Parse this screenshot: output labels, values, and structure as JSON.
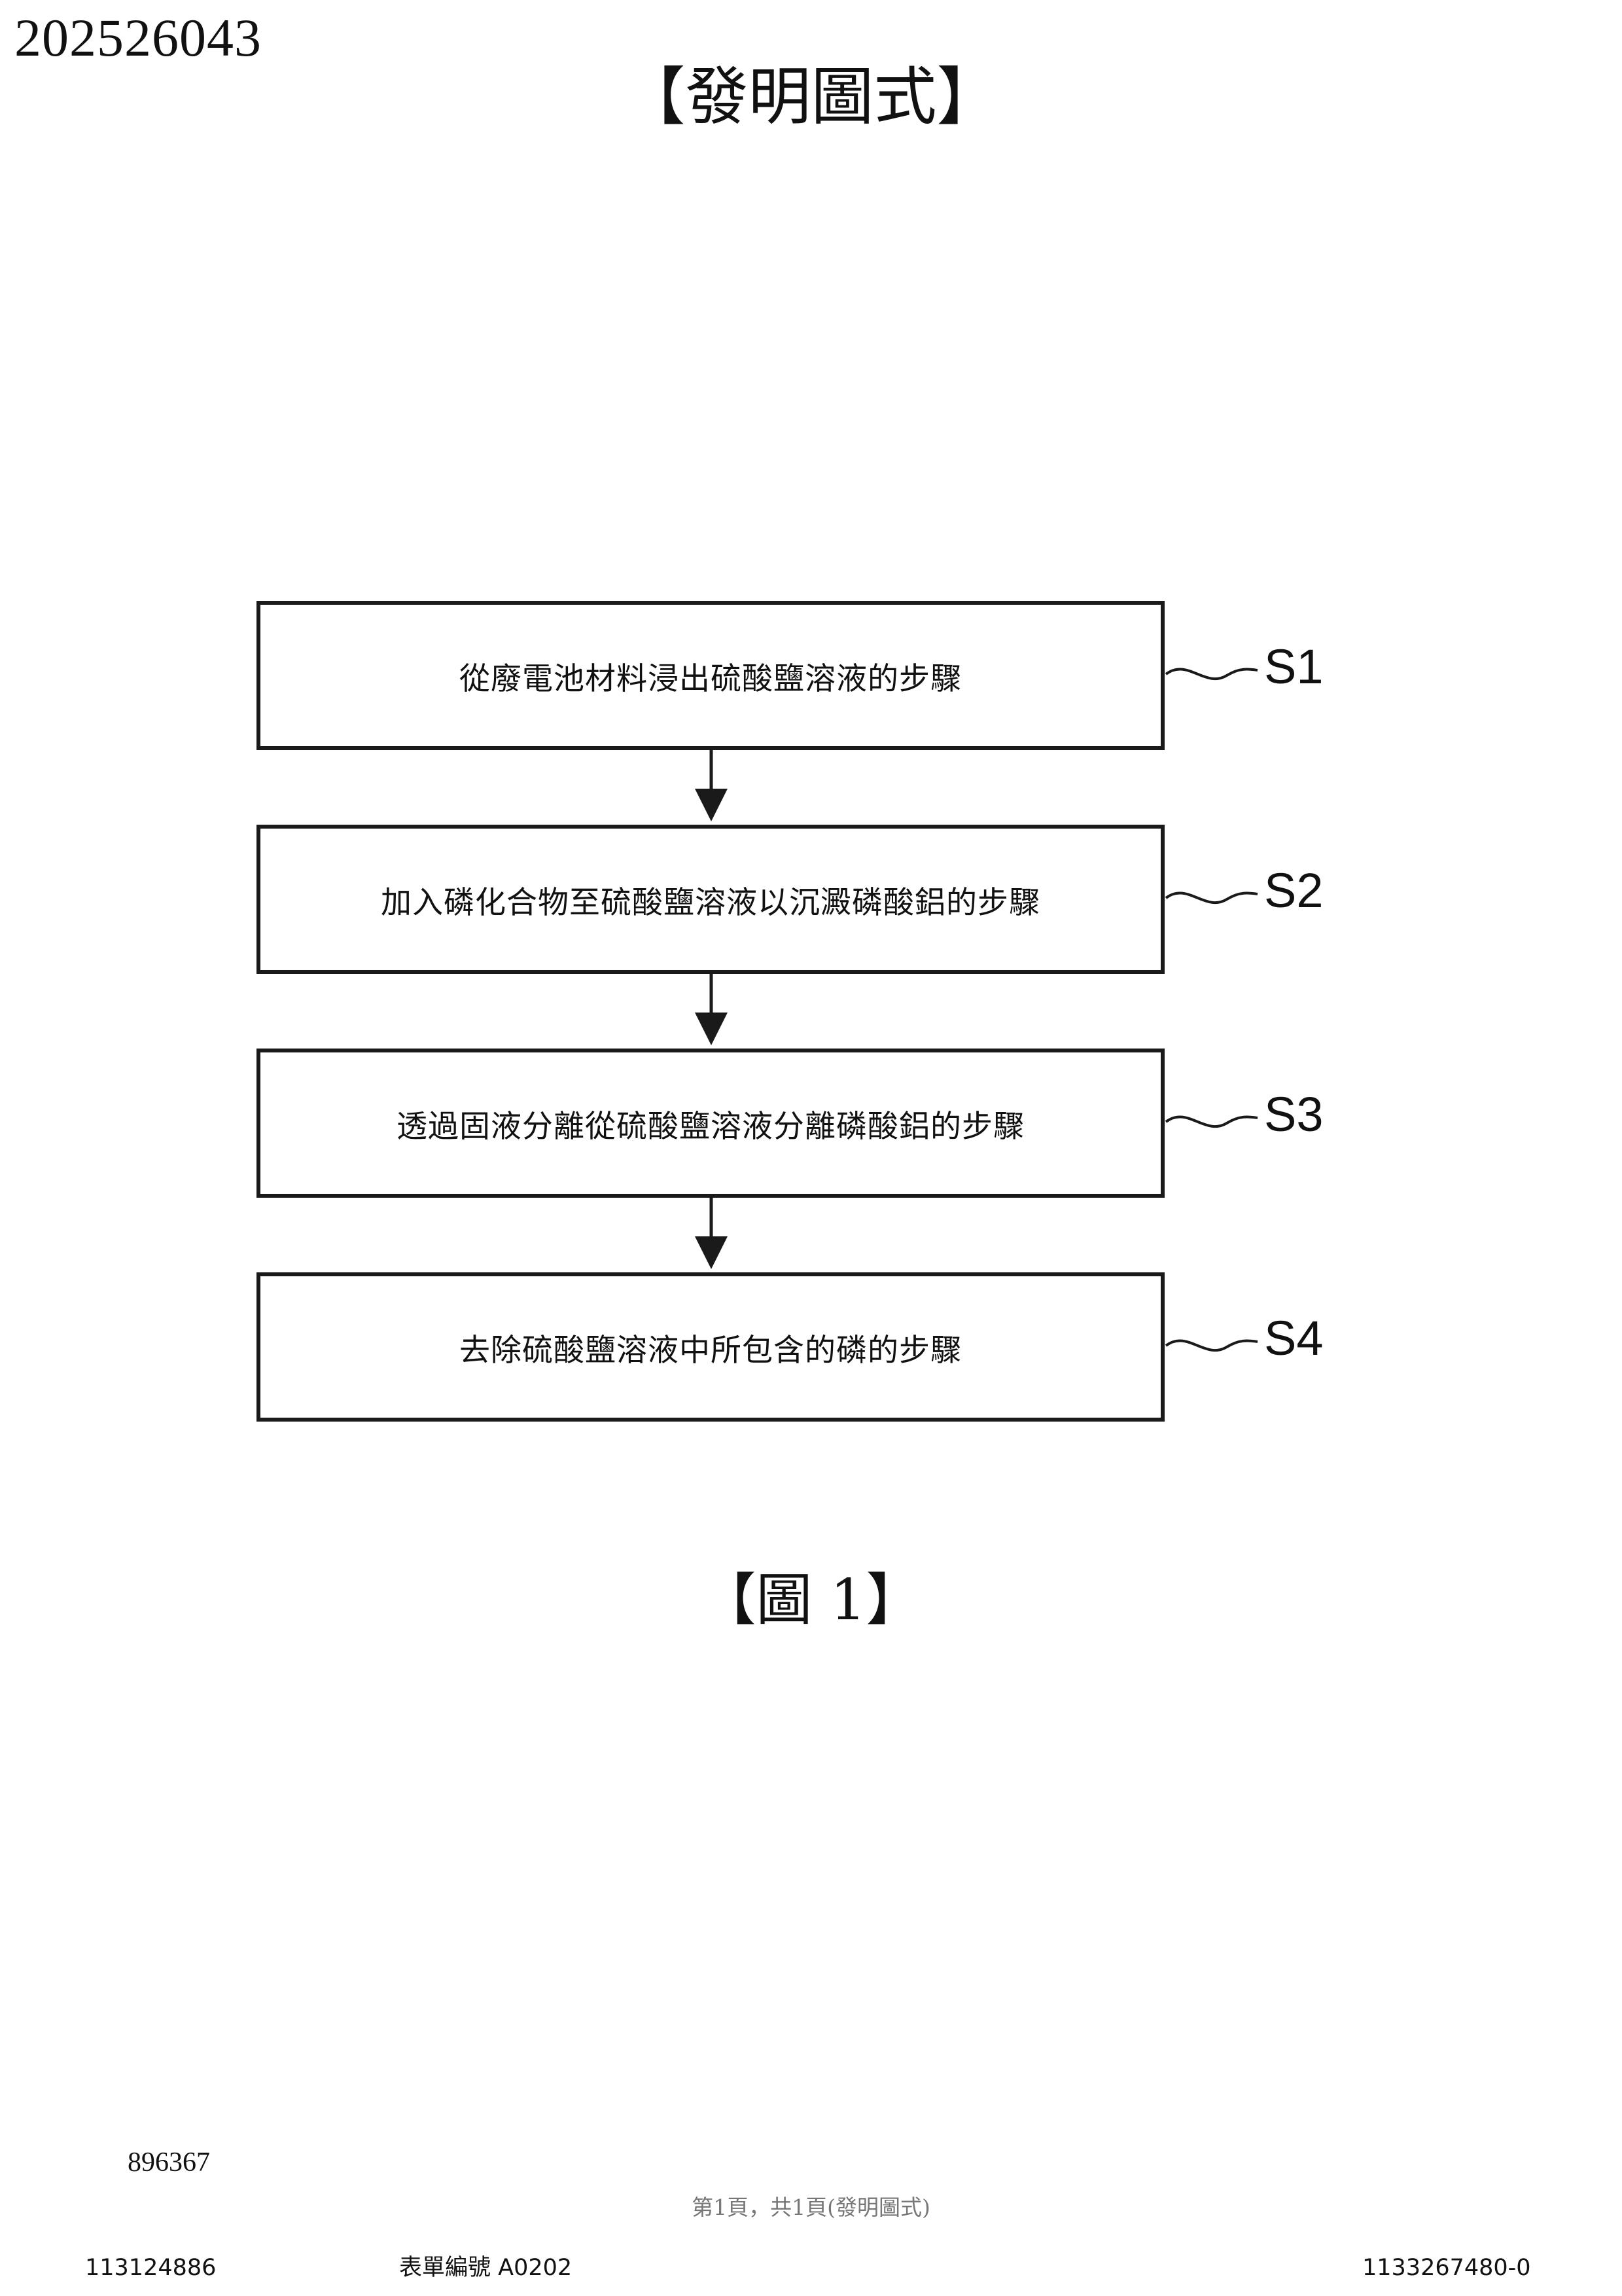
{
  "header": {
    "publication_number": "202526043",
    "page_heading": "【發明圖式】"
  },
  "flowchart": {
    "steps": [
      {
        "label": "S1",
        "text": "從廢電池材料浸出硫酸鹽溶液的步驟"
      },
      {
        "label": "S2",
        "text": "加入磷化合物至硫酸鹽溶液以沉澱磷酸鋁的步驟"
      },
      {
        "label": "S3",
        "text": "透過固液分離從硫酸鹽溶液分離磷酸鋁的步驟"
      },
      {
        "label": "S4",
        "text": "去除硫酸鹽溶液中所包含的磷的步驟"
      }
    ],
    "line_color": "#1a1a1a"
  },
  "figure_label": "【圖 1】",
  "footer": {
    "doc_code": "896367",
    "page_indicator": "第1頁，共1頁(發明圖式)",
    "left_code": "113124886",
    "form_number": "表單編號 A0202",
    "right_code": "1133267480-0"
  }
}
